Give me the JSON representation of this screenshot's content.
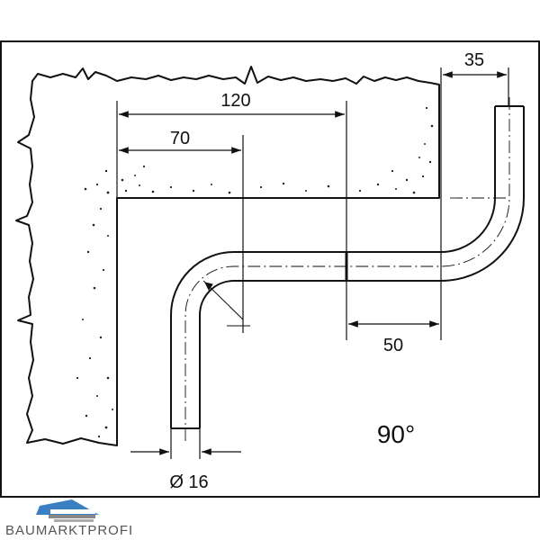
{
  "diagram": {
    "dimensions": {
      "overall_length": "120",
      "inner_offset": "70",
      "wall_offset": "35",
      "lower_offset": "50",
      "pipe_diameter": "Ø 16"
    },
    "bend_angle": "90°"
  },
  "logo": {
    "text": "BAUMARKTPROFI",
    "colors": {
      "accent": "#3a7fc1",
      "text": "#555555"
    }
  }
}
